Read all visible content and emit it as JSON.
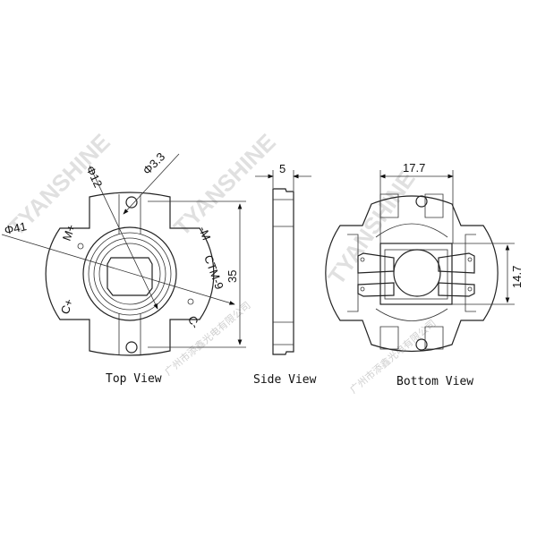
{
  "watermark": {
    "brand": "TYANSHINE",
    "company": "广州市添鑫光电有限公司"
  },
  "top_view": {
    "title": "Top View",
    "dims": {
      "outer_diameter": "Φ41",
      "inner_diameter": "Φ12",
      "hole_diameter": "Φ3.3",
      "height": "35"
    },
    "markings": {
      "m_plus": "M+",
      "m_minus": "-M",
      "c_plus": "C+",
      "c_minus": "C-",
      "model": "CTM-9"
    }
  },
  "side_view": {
    "title": "Side View",
    "dims": {
      "thickness": "5"
    }
  },
  "bottom_view": {
    "title": "Bottom View",
    "dims": {
      "width": "17.7",
      "height": "14.7"
    }
  }
}
